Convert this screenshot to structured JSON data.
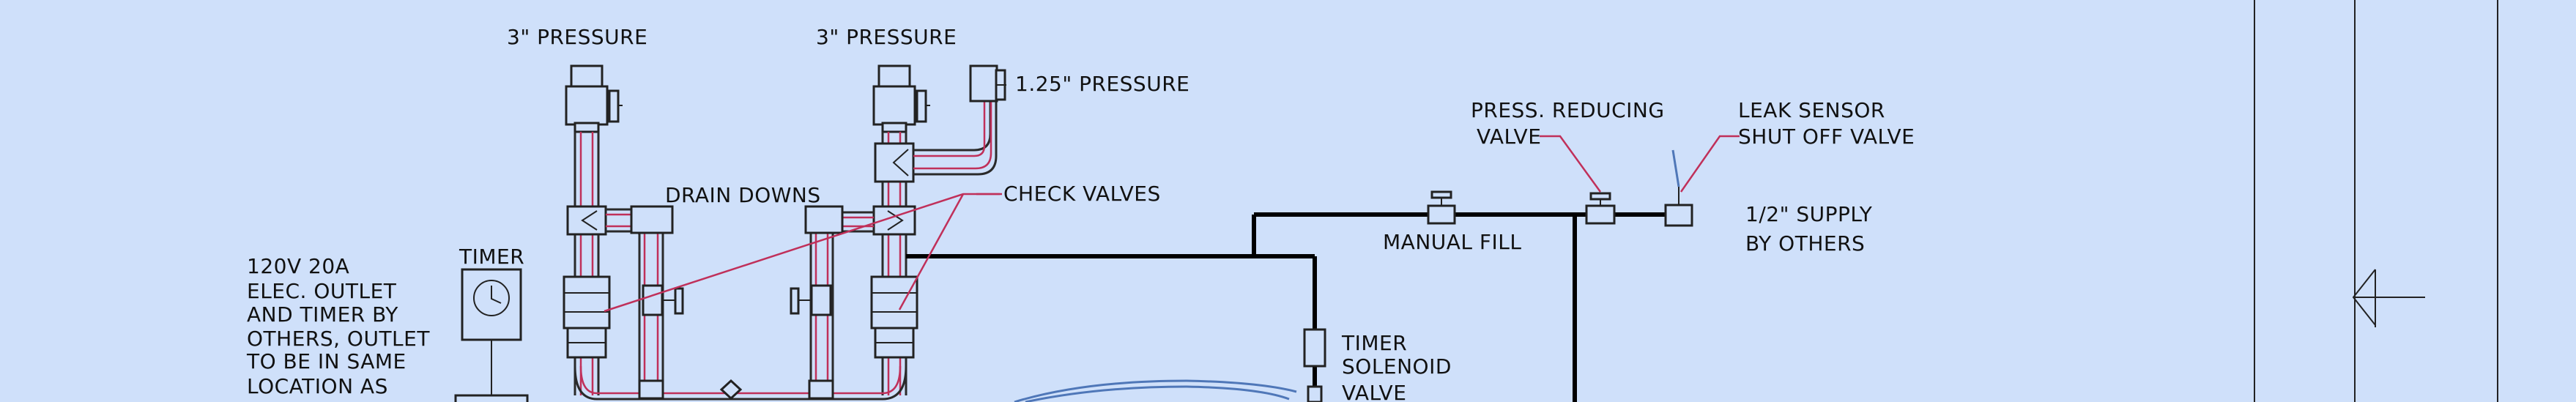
{
  "labels": {
    "pressure_left": "3\" PRESSURE",
    "pressure_mid": "3\" PRESSURE",
    "pressure_small": "1.25\" PRESSURE",
    "drain_downs": "DRAIN DOWNS",
    "check_valves": "CHECK VALVES",
    "press_reducing_1": "PRESS. REDUCING",
    "press_reducing_2": "VALVE",
    "leak_sensor_1": "LEAK SENSOR",
    "leak_sensor_2": "SHUT OFF VALVE",
    "manual_fill": "MANUAL FILL",
    "supply_1": "1/2\" SUPPLY",
    "supply_2": "BY OTHERS",
    "timer": "TIMER",
    "outlet_1": "120V 20A",
    "outlet_2": "ELEC. OUTLET",
    "outlet_3": "AND TIMER BY",
    "outlet_4": "OTHERS, OUTLET",
    "outlet_5": "TO BE IN SAME",
    "outlet_6": "LOCATION AS",
    "timer_solenoid_1": "TIMER",
    "timer_solenoid_2": "SOLENOID",
    "timer_solenoid_3": "VALVE"
  },
  "icons": {
    "timer": "clock-icon",
    "section_arrow": "arrow-left-icon"
  },
  "colors": {
    "background": "#cfe0fa",
    "lines": "#222222",
    "leaders": "#c0305a",
    "water": "#4f77b8"
  }
}
